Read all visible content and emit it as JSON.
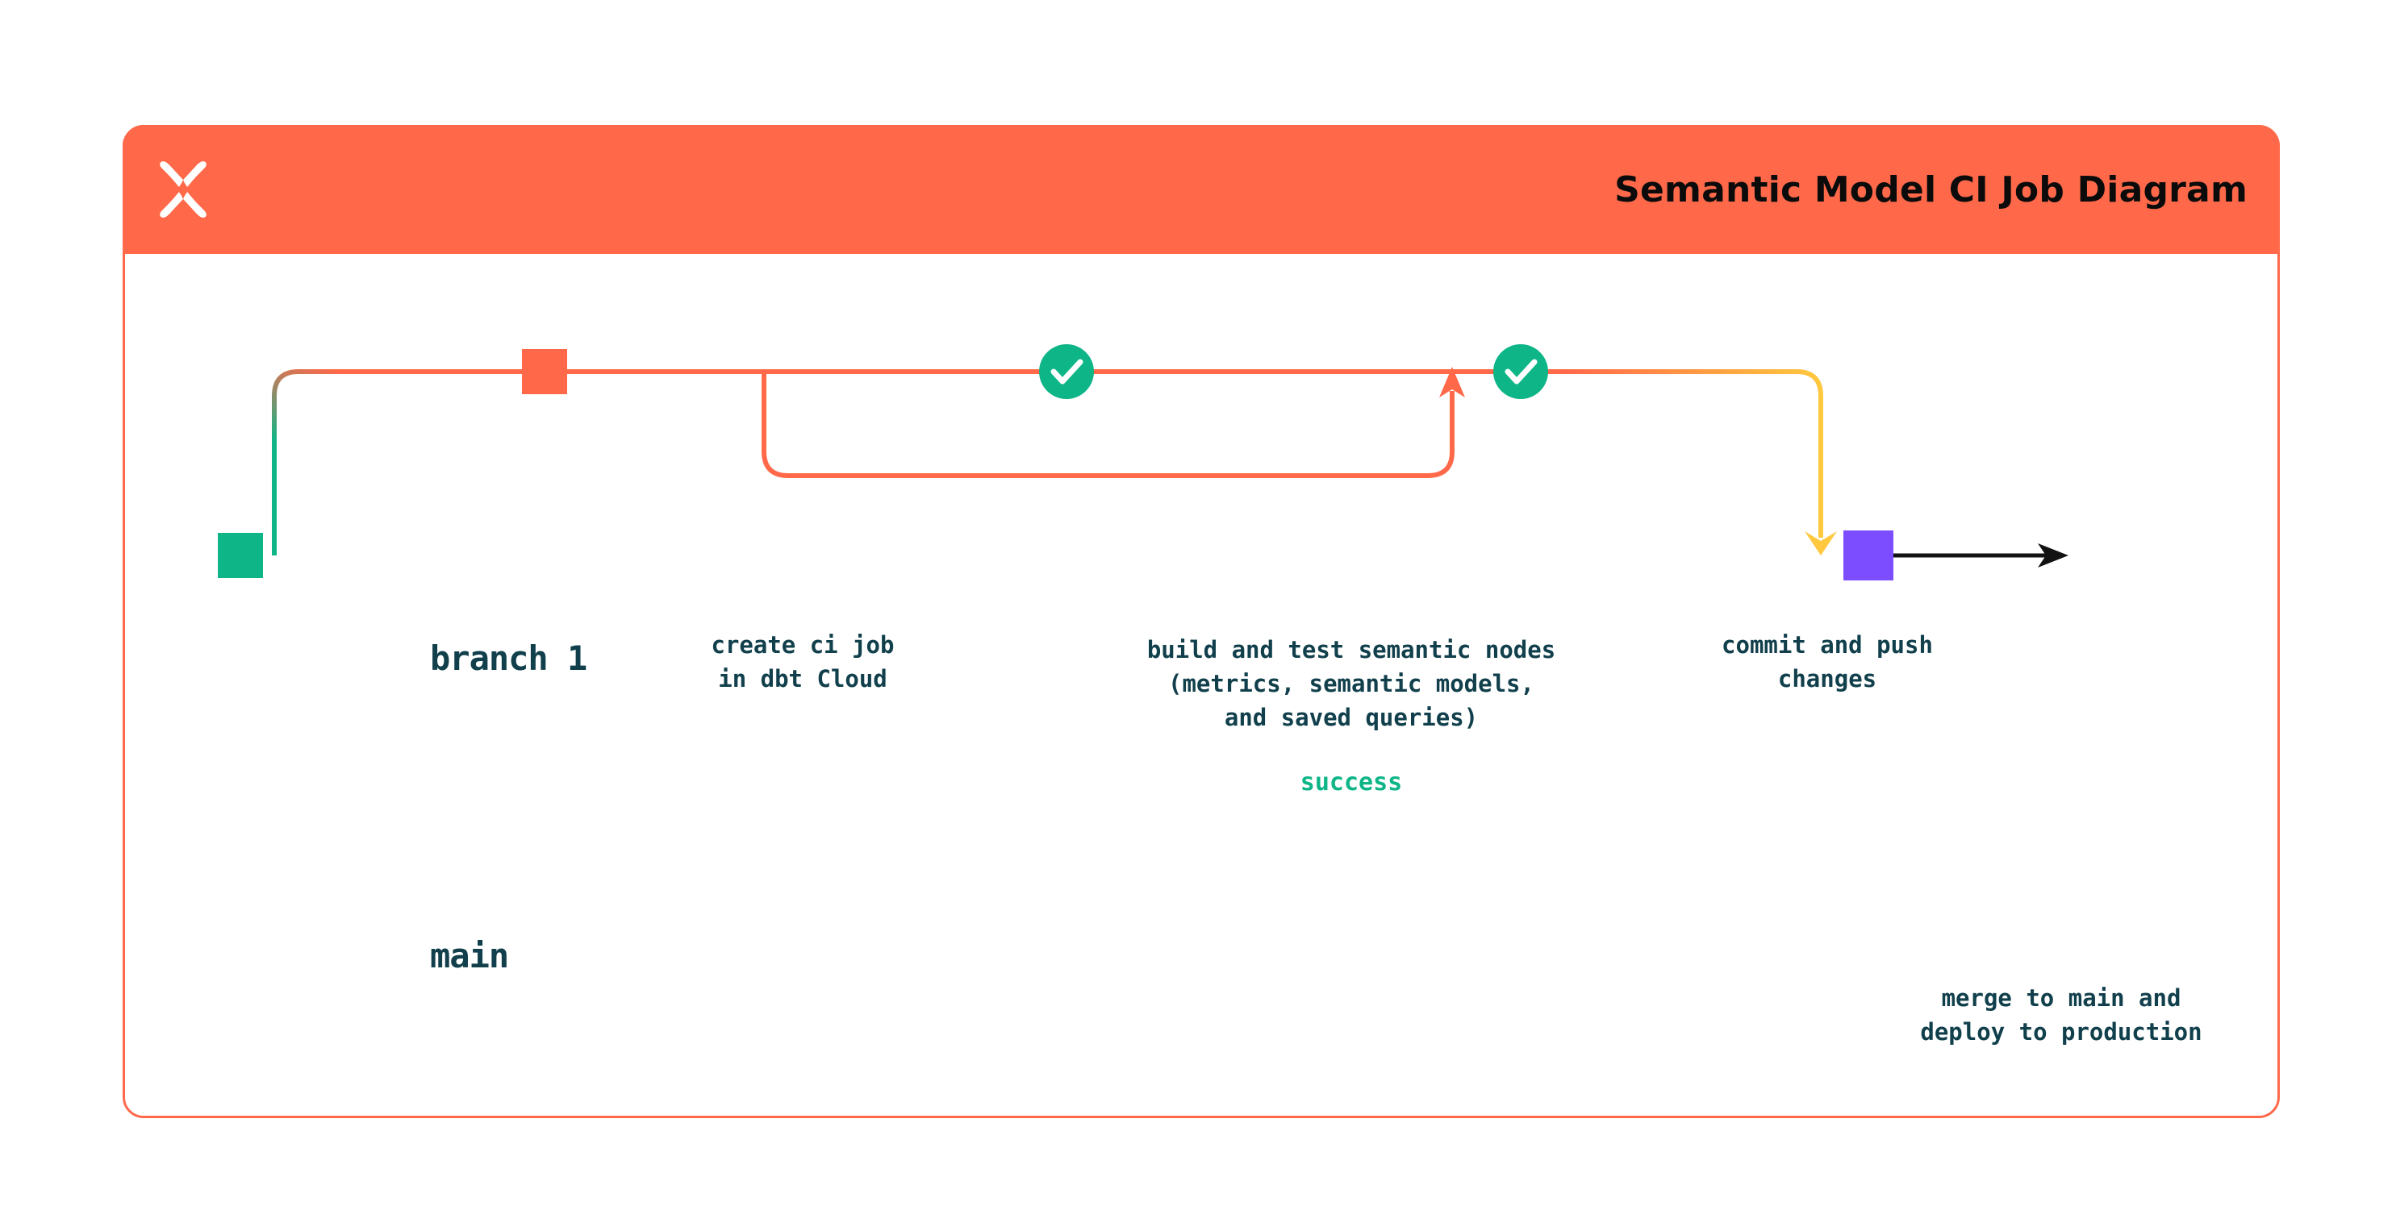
{
  "header": {
    "title": "Semantic Model CI Job Diagram",
    "logo_icon": "dbt-x-logo-icon",
    "background_color": "#FF694A",
    "title_color": "#0B0B0B"
  },
  "colors": {
    "coral": "#FF694A",
    "green": "#0DB587",
    "yellow": "#FFC83E",
    "purple": "#7C4DFF",
    "navy_text": "#11404C",
    "black_arrow": "#121212",
    "canvas": "#FFFFFF"
  },
  "lanes": [
    {
      "id": "branch-1",
      "label": "branch 1",
      "node_color": "#FF694A",
      "node_shape": "square"
    },
    {
      "id": "main",
      "label": "main",
      "node_color": "#0DB587",
      "node_shape": "square"
    }
  ],
  "nodes": [
    {
      "id": "create-ci-job",
      "lane": "branch-1",
      "marker": "square",
      "marker_color": "#FF694A",
      "caption": "create ci job\nin dbt Cloud"
    },
    {
      "id": "build-and-test",
      "lane": "branch-1",
      "marker": "check-circle",
      "marker_color": "#0DB587",
      "caption": "build and test semantic nodes\n(metrics, semantic models,\nand saved queries)"
    },
    {
      "id": "commit-and-push",
      "lane": "branch-1",
      "marker": "check-circle",
      "marker_color": "#0DB587",
      "caption": "commit and push\nchanges"
    },
    {
      "id": "merge-to-main",
      "lane": "main",
      "marker": "square",
      "marker_color": "#7C4DFF",
      "caption": "merge to main and\ndeploy to production"
    }
  ],
  "edges": [
    {
      "id": "success-loop",
      "label": "success",
      "label_color": "#0DB587",
      "stroke": "#FF694A",
      "arrowhead": true
    },
    {
      "id": "merge-down",
      "label": "",
      "stroke": "#FFC83E",
      "arrowhead": true
    },
    {
      "id": "main-continues",
      "label": "",
      "stroke": "#121212",
      "arrowhead": true
    }
  ]
}
